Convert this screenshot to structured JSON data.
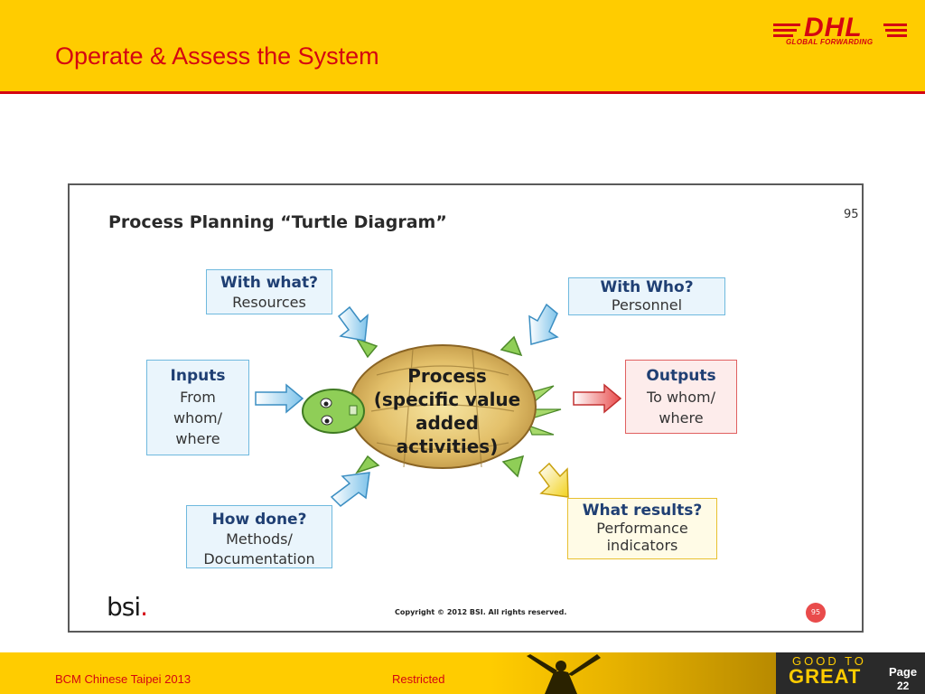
{
  "header": {
    "title": "Operate & Assess the System",
    "logo_text": "DHL",
    "logo_subtext": "GLOBAL FORWARDING"
  },
  "diagram": {
    "title": "Process Planning “Turtle Diagram”",
    "page_number": "95",
    "center": {
      "line1": "Process",
      "line2": "(specific value",
      "line3": "added",
      "line4": "activities)"
    },
    "with_what": {
      "title": "With what?",
      "line1": "Resources"
    },
    "with_who": {
      "title": "With Who?",
      "line1": "Personnel"
    },
    "inputs": {
      "title": "Inputs",
      "line1": "From",
      "line2": "whom/",
      "line3": "where"
    },
    "outputs": {
      "title": "Outputs",
      "line1": "To whom/",
      "line2": "where"
    },
    "how_done": {
      "title": "How done?",
      "line1": "Methods/",
      "line2": "Documentation"
    },
    "what_results": {
      "title": "What results?",
      "line1": "Performance",
      "line2": "indicators"
    },
    "brand": "bsi",
    "brand_dot": ".",
    "copyright": "Copyright © 2012 BSI. All rights reserved.",
    "badge": "95"
  },
  "footer": {
    "left": "BCM Chinese Taipei  2013",
    "center": "Restricted",
    "tagline_top": "GOOD TO",
    "tagline_bottom": "GREAT",
    "page_label": "Page",
    "page_number": "22"
  },
  "colors": {
    "dhl_yellow": "#ffcc00",
    "dhl_red": "#d40511"
  }
}
